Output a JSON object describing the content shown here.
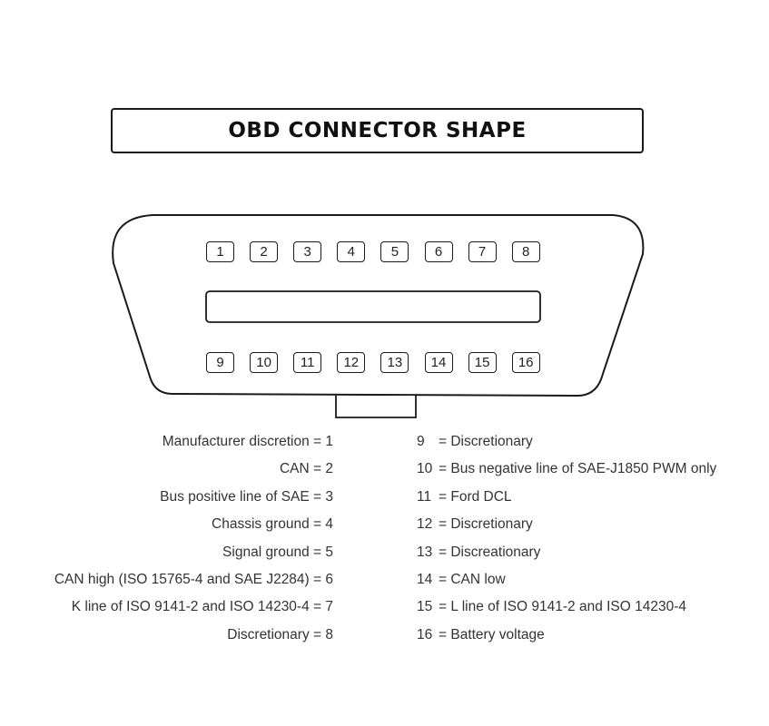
{
  "title": "OBD CONNECTOR SHAPE",
  "top_row_pins": [
    "1",
    "2",
    "3",
    "4",
    "5",
    "6",
    "7",
    "8"
  ],
  "bottom_row_pins": [
    "9",
    "10",
    "11",
    "12",
    "13",
    "14",
    "15",
    "16"
  ],
  "legend_left": [
    {
      "text": "Manufacturer discretion = 1"
    },
    {
      "text": "CAN = 2"
    },
    {
      "text": "Bus positive line of SAE = 3"
    },
    {
      "text": "Chassis ground = 4"
    },
    {
      "text": "Signal ground = 5"
    },
    {
      "text": "CAN high (ISO 15765-4 and SAE J2284) = 6"
    },
    {
      "text": "K line of ISO 9141-2 and ISO 14230-4 = 7"
    },
    {
      "text": "Discretionary = 8"
    }
  ],
  "legend_right": [
    {
      "num": "9",
      "text": "= Discretionary"
    },
    {
      "num": "10",
      "text": "= Bus negative line of SAE-J1850 PWM only"
    },
    {
      "num": "11",
      "text": "= Ford DCL"
    },
    {
      "num": "12",
      "text": "= Discretionary"
    },
    {
      "num": "13",
      "text": "= Discreationary"
    },
    {
      "num": "14",
      "text": "= CAN low"
    },
    {
      "num": "15",
      "text": "= L line of ISO 9141-2 and ISO 14230-4"
    },
    {
      "num": "16",
      "text": "= Battery voltage"
    }
  ],
  "colors": {
    "stroke": "#1a1a1a",
    "background": "#ffffff",
    "text": "#333333"
  }
}
